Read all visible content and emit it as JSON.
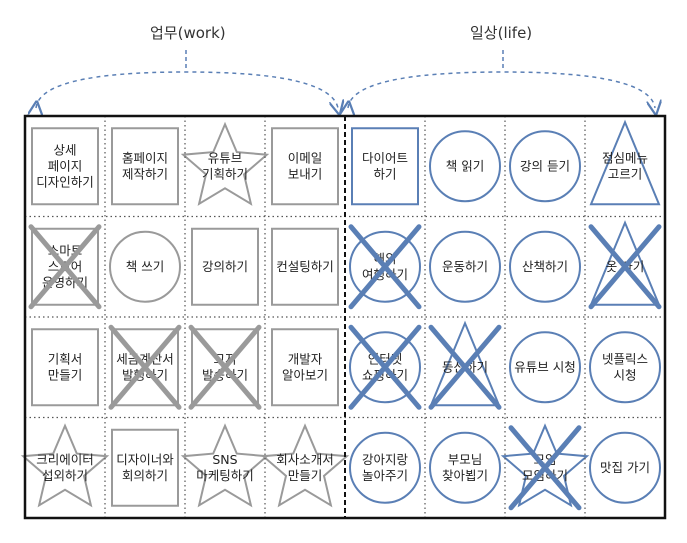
{
  "headers": {
    "work": "업무(work)",
    "life": "일상(life)"
  },
  "colors": {
    "work": "#9a9a9a",
    "life": "#5a7fb5",
    "frame": "#111111",
    "dots": "#555555"
  },
  "rows": [
    [
      {
        "label": "상세\n페이지\n디자인하기",
        "shape": "square",
        "crossed": false,
        "group": "work"
      },
      {
        "label": "홈페이지\n제작하기",
        "shape": "square",
        "crossed": false,
        "group": "work"
      },
      {
        "label": "유튜브\n기획하기",
        "shape": "star",
        "crossed": false,
        "group": "work"
      },
      {
        "label": "이메일\n보내기",
        "shape": "square",
        "crossed": false,
        "group": "work"
      },
      {
        "label": "다이어트\n하기",
        "shape": "square",
        "crossed": false,
        "group": "life"
      },
      {
        "label": "책 읽기",
        "shape": "circle",
        "crossed": false,
        "group": "life"
      },
      {
        "label": "강의 듣기",
        "shape": "circle",
        "crossed": false,
        "group": "life"
      },
      {
        "label": "점심메뉴\n고르기",
        "shape": "triangle",
        "crossed": false,
        "group": "life"
      }
    ],
    [
      {
        "label": "스마트\n스토어\n운영하기",
        "shape": "square",
        "crossed": true,
        "group": "work"
      },
      {
        "label": "책 쓰기",
        "shape": "circle",
        "crossed": false,
        "group": "work"
      },
      {
        "label": "강의하기",
        "shape": "square",
        "crossed": false,
        "group": "work"
      },
      {
        "label": "컨설팅하기",
        "shape": "square",
        "crossed": false,
        "group": "work"
      },
      {
        "label": "해외\n여행하기",
        "shape": "circle",
        "crossed": true,
        "group": "life"
      },
      {
        "label": "운동하기",
        "shape": "circle",
        "crossed": false,
        "group": "life"
      },
      {
        "label": "산책하기",
        "shape": "circle",
        "crossed": false,
        "group": "life"
      },
      {
        "label": "옷 사기",
        "shape": "triangle",
        "crossed": true,
        "group": "life"
      }
    ],
    [
      {
        "label": "기획서\n만들기",
        "shape": "square",
        "crossed": false,
        "group": "work"
      },
      {
        "label": "세금계산서\n발행하기",
        "shape": "square",
        "crossed": true,
        "group": "work"
      },
      {
        "label": "고지\n발송하기",
        "shape": "square",
        "crossed": true,
        "group": "work"
      },
      {
        "label": "개발자\n알아보기",
        "shape": "square",
        "crossed": false,
        "group": "work"
      },
      {
        "label": "인터넷\n쇼핑하기",
        "shape": "circle",
        "crossed": true,
        "group": "life"
      },
      {
        "label": "등산하기",
        "shape": "triangle",
        "crossed": true,
        "group": "life"
      },
      {
        "label": "유튜브 시청",
        "shape": "circle",
        "crossed": false,
        "group": "life"
      },
      {
        "label": "넷플릭스\n시청",
        "shape": "circle",
        "crossed": false,
        "group": "life"
      }
    ],
    [
      {
        "label": "크리에이터\n섭외하기",
        "shape": "star",
        "crossed": false,
        "group": "work"
      },
      {
        "label": "디자이너와\n회의하기",
        "shape": "square",
        "crossed": false,
        "group": "work"
      },
      {
        "label": "SNS\n마케팅하기",
        "shape": "star",
        "crossed": false,
        "group": "work"
      },
      {
        "label": "회사소개서\n만들기",
        "shape": "star",
        "crossed": false,
        "group": "work"
      },
      {
        "label": "강아지랑\n놀아주기",
        "shape": "circle",
        "crossed": false,
        "group": "life"
      },
      {
        "label": "부모님\n찾아뵙기",
        "shape": "circle",
        "crossed": false,
        "group": "life"
      },
      {
        "label": "모임\n모임하기",
        "shape": "star",
        "crossed": true,
        "group": "life"
      },
      {
        "label": "맛집 가기",
        "shape": "circle",
        "crossed": false,
        "group": "life"
      }
    ]
  ]
}
